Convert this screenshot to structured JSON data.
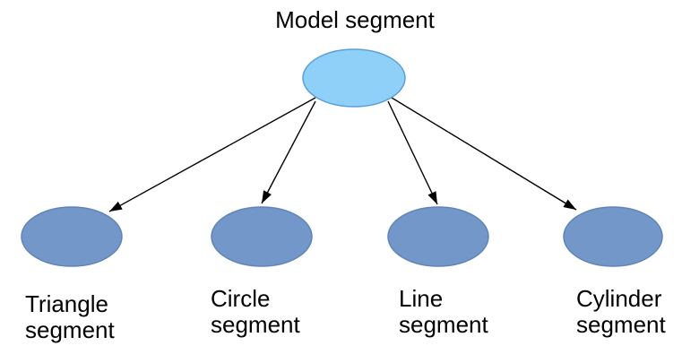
{
  "diagram": {
    "type": "tree",
    "background": "#ffffff",
    "text_color": "#000000",
    "arrow_color": "#000000",
    "root": {
      "label": "Model segment",
      "fill": "#8FD0F8",
      "stroke": "#5A9FD8"
    },
    "child_style": {
      "fill": "#7397C8",
      "stroke": "#5F85B5"
    },
    "children": [
      {
        "label": "Triangle\nsegment"
      },
      {
        "label": "Circle\nsegment"
      },
      {
        "label": "Line\nsegment"
      },
      {
        "label": "Cylinder\nsegment"
      }
    ],
    "edges": [
      {
        "from": "Model segment",
        "to": "Triangle segment"
      },
      {
        "from": "Model segment",
        "to": "Circle segment"
      },
      {
        "from": "Model segment",
        "to": "Line segment"
      },
      {
        "from": "Model segment",
        "to": "Cylinder segment"
      }
    ]
  }
}
